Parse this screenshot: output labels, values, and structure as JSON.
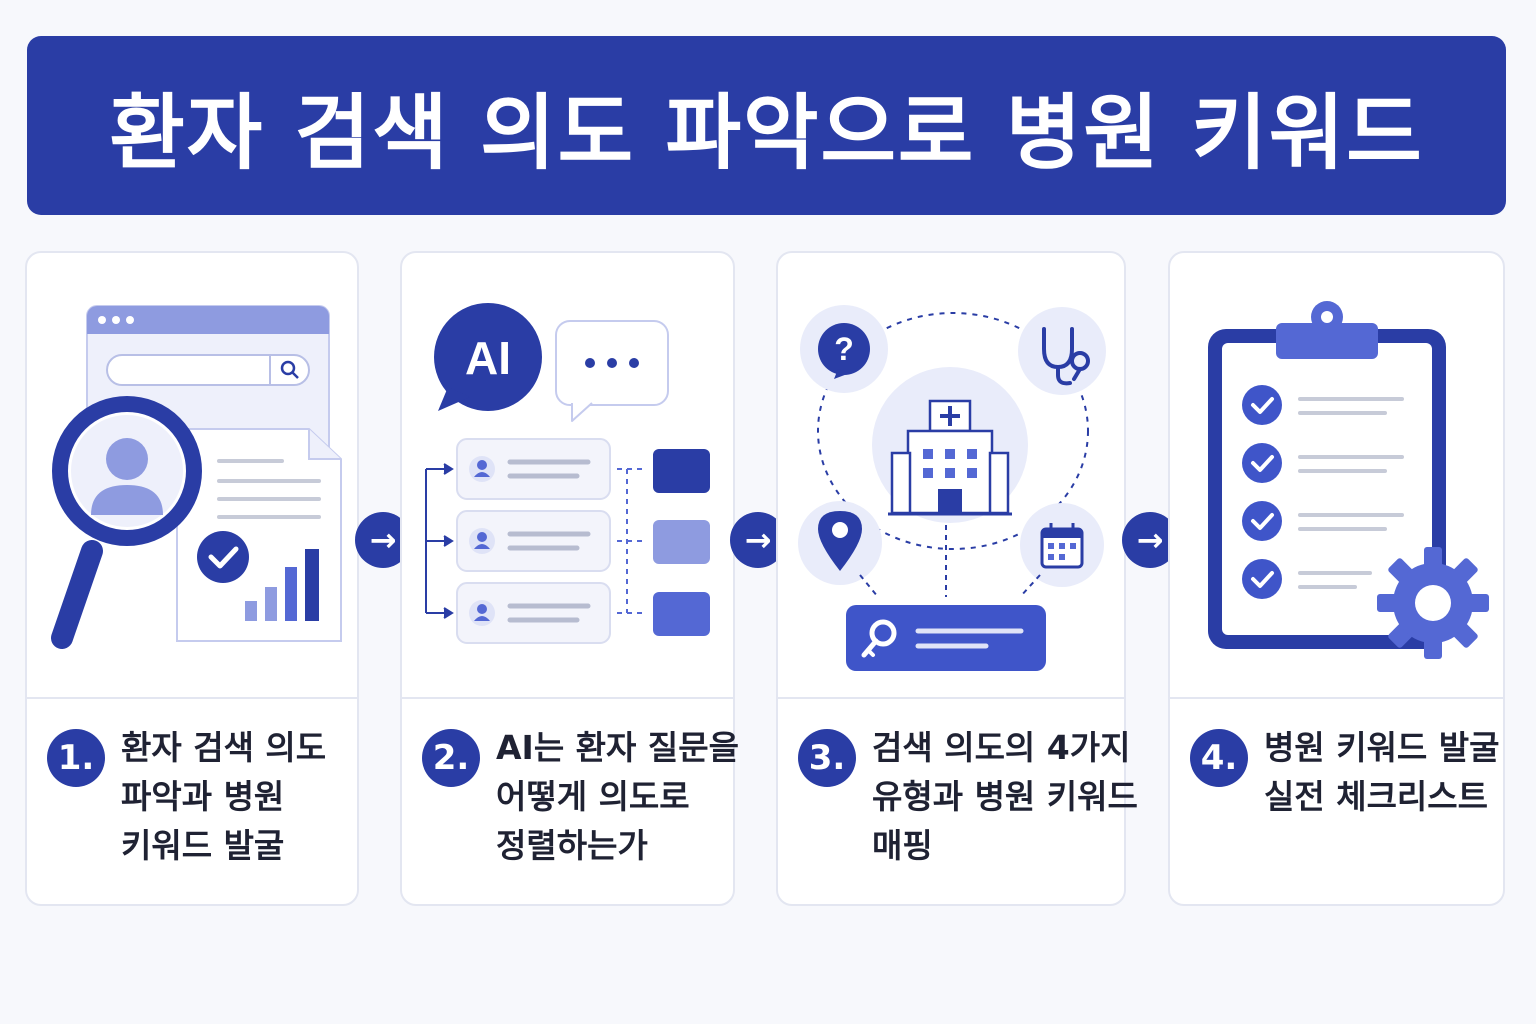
{
  "title": "환자 검색 의도 파악으로 병원 키워드",
  "steps": [
    {
      "number": "1.",
      "lines": [
        "환자 검색 의도",
        "파악과 병원",
        "키워드 발굴"
      ]
    },
    {
      "number": "2.",
      "lines": [
        "AI는 환자 질문을",
        "어떻게 의도로",
        "정렬하는가"
      ]
    },
    {
      "number": "3.",
      "lines": [
        "검색 의도의 4가지",
        "유형과 병원 키워드",
        "매핑"
      ]
    },
    {
      "number": "4.",
      "lines": [
        "병원 키워드 발굴",
        "실전 체크리스트"
      ]
    }
  ],
  "ai_bubble_text": "AI",
  "arrow_glyph": "→",
  "colors": {
    "primary": "#2a3da5",
    "accent": "#5468d4",
    "soft": "#8e9be0",
    "pale": "#e9ecfa",
    "background": "#f7f8fc"
  },
  "icons": [
    "magnifier-user-icon",
    "search-bar-icon",
    "document-chart-icon",
    "check-icon",
    "ai-chat-bubble-icon",
    "ellipsis-bubble-icon",
    "user-list-icon",
    "question-icon",
    "stethoscope-icon",
    "hospital-icon",
    "location-pin-icon",
    "calendar-icon",
    "key-icon",
    "clipboard-checklist-icon",
    "gear-icon"
  ]
}
